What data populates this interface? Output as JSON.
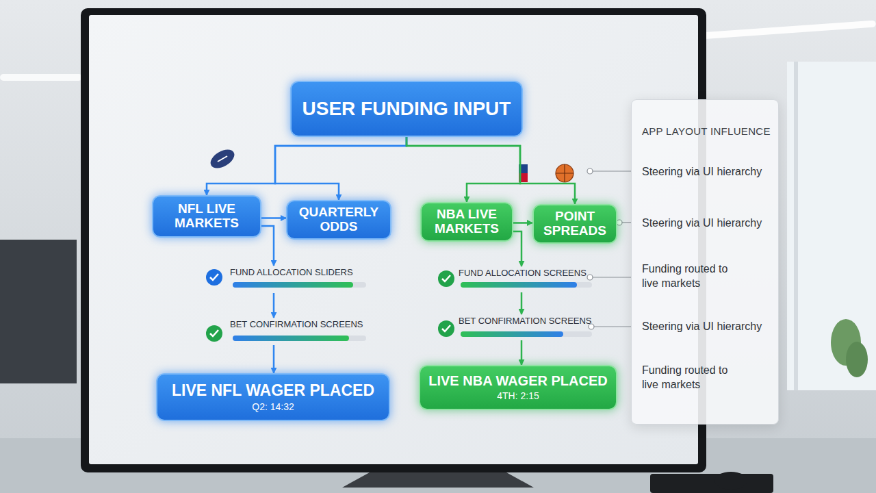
{
  "diagram": {
    "nodes": [
      {
        "text": [
          "USER FUNDING INPUT"
        ]
      },
      {
        "text": [
          "NFL LIVE MARKETS"
        ]
      },
      {
        "text": [
          "QUARTERLY ODDS"
        ]
      },
      {
        "text": [
          "NBA LIVE MARKETS"
        ]
      },
      {
        "text": [
          "POINT SPREADS"
        ]
      },
      {
        "text": [
          "FUND ALLOCATION SLIDERS"
        ]
      },
      {
        "text": [
          "FUND ALLOCATION SCREENS"
        ]
      },
      {
        "text": [
          "BET CONFIRMATION SCREENS"
        ]
      },
      {
        "text": [
          "BET CONFIRMATION SCREENS"
        ]
      },
      {
        "text": [
          "LIVE NFL WAGER PLACED",
          "Q2: 14:32"
        ]
      },
      {
        "text": [
          "LIVE NBA WAGER PLACED",
          "4TH: 2:15"
        ]
      },
      {
        "text": [
          "APP LAYOUT INFLUENCE",
          "Steering via UI hierarchy",
          "Steering via UI hierarchy",
          "Funding routed to live markets",
          "Steering via UI hierarchy",
          "Funding routed to live markets"
        ]
      }
    ],
    "edges": [
      {
        "from": 0,
        "to": 1,
        "arrow": "to"
      },
      {
        "from": 0,
        "to": 2,
        "arrow": "to"
      },
      {
        "from": 0,
        "to": 3,
        "arrow": "to"
      },
      {
        "from": 0,
        "to": 4,
        "arrow": "to"
      },
      {
        "from": 1,
        "to": 2,
        "arrow": "to"
      },
      {
        "from": 3,
        "to": 4,
        "arrow": "to"
      },
      {
        "from": 1,
        "to": 5,
        "arrow": "to"
      },
      {
        "from": 3,
        "to": 6,
        "arrow": "to"
      },
      {
        "from": 5,
        "to": 7,
        "arrow": "to"
      },
      {
        "from": 6,
        "to": 8,
        "arrow": "to"
      },
      {
        "from": 7,
        "to": 9,
        "arrow": "to"
      },
      {
        "from": 8,
        "to": 10,
        "arrow": "to"
      }
    ]
  }
}
